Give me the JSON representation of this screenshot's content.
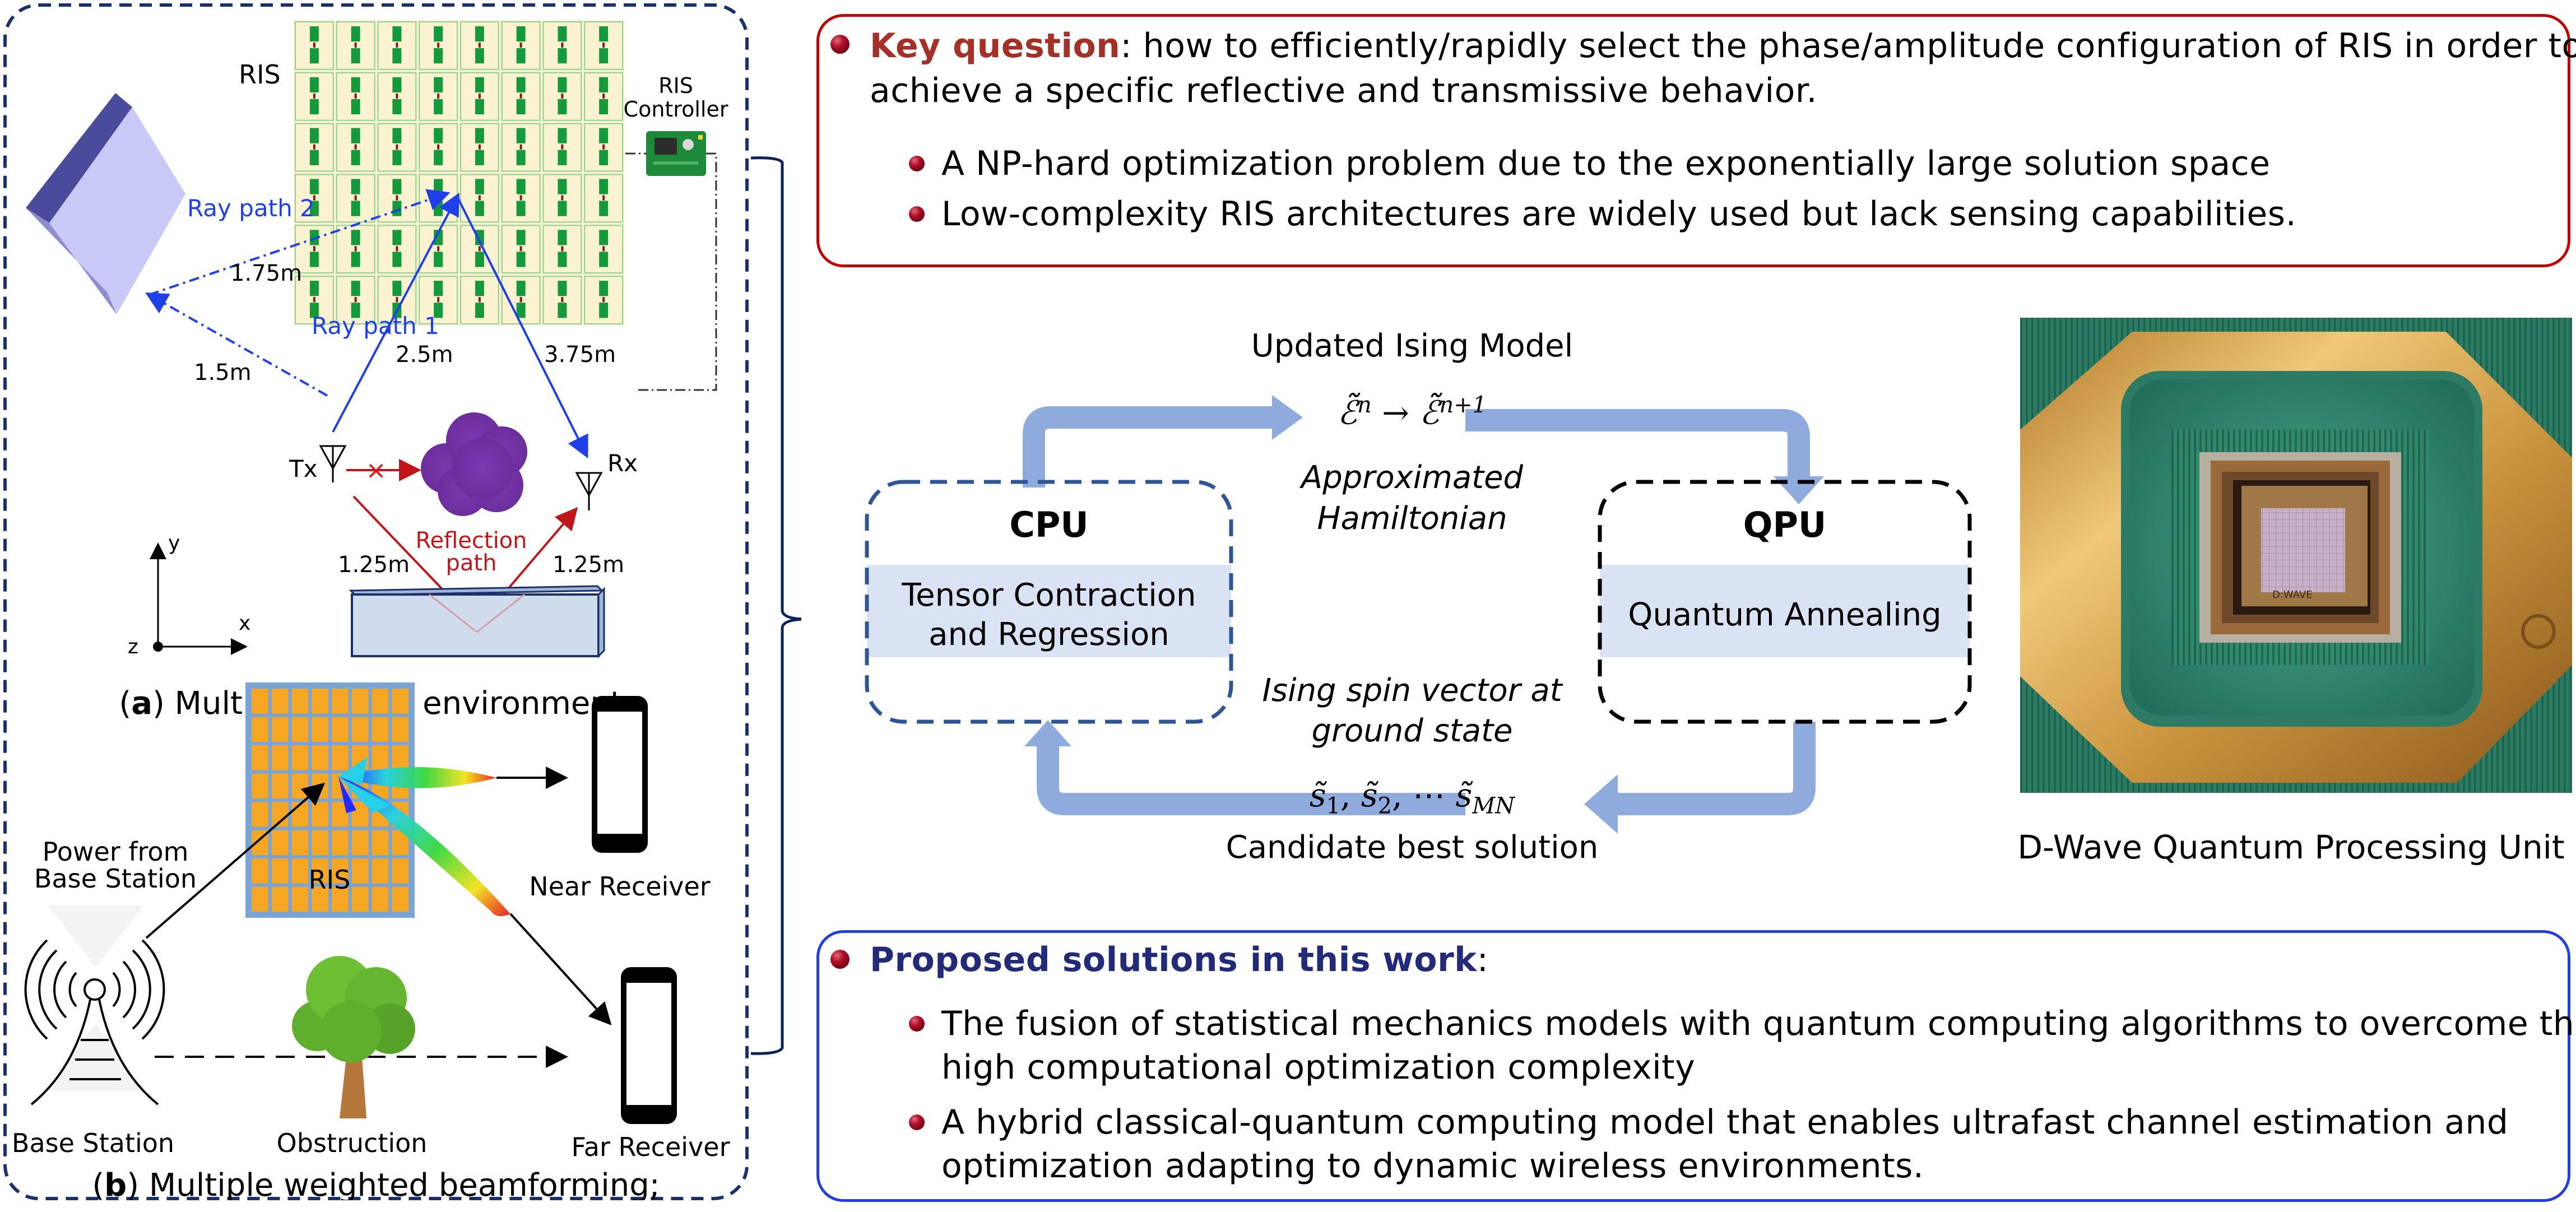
{
  "left_panel": {
    "panel_a": {
      "caption_letter": "a",
      "caption_text": ") Multipath radio environment;",
      "caption_open": "(",
      "labels": {
        "ris": "RIS",
        "ris_controller_line1": "RIS",
        "ris_controller_line2": "Controller",
        "ray_path_2": "Ray path 2",
        "ray_path_1": "Ray path 1",
        "dist_175": "1.75m",
        "dist_15": "1.5m",
        "dist_25": "2.5m",
        "dist_375": "3.75m",
        "tx": "Tx",
        "rx": "Rx",
        "reflection_line1": "Reflection",
        "reflection_line2": "path",
        "dist_125_left": "1.25m",
        "dist_125_right": "1.25m",
        "axis_x": "x",
        "axis_y": "y",
        "axis_z": "z",
        "blocked_mark": "×"
      },
      "ris_grid": {
        "rows": 6,
        "cols": 8
      },
      "colors": {
        "ray_blue": "#1f3fe8",
        "reflection_red": "#c0161a",
        "cloud_purple": "#7030a0",
        "wall_lavender": "#c9c9f5",
        "wall_dark": "#4b4b9c",
        "block_blue": "#cfdcee"
      }
    },
    "panel_b": {
      "caption_open": "(",
      "caption_letter": "b",
      "caption_text": ") Multiple weighted beamforming;",
      "labels": {
        "power_line1": "Power from",
        "power_line2": "Base Station",
        "ris": "RIS",
        "near_receiver": "Near Receiver",
        "far_receiver": "Far Receiver",
        "base_station": "Base Station",
        "obstruction": "Obstruction"
      },
      "ris_grid": {
        "rows": 8,
        "cols": 8
      },
      "colors": {
        "ris_tile": "#f5a623",
        "ris_frame": "#7aa3d6",
        "tree_green": "#5fae2e",
        "trunk": "#b5773a"
      }
    }
  },
  "key_question": {
    "label": "Key question",
    "line1_rest": ": how to efficiently/rapidly select the phase/amplitude configuration of RIS in order to",
    "line2": "achieve a specific reflective and transmissive behavior.",
    "sub_bullets": [
      "A NP-hard optimization problem due to the exponentially large solution space",
      "Low-complexity RIS architectures are widely used but lack sensing capabilities."
    ],
    "border_color": "#c00000"
  },
  "loop_diagram": {
    "top_label": "Updated Ising Model",
    "top_math": "Ẽⁿ → Ẽⁿ⁺¹",
    "top_math_parts": {
      "sym": "ℰ̃",
      "sup1": "n",
      "arrow": "→",
      "sup2": "n+1"
    },
    "approx_line1": "Approximated",
    "approx_line2": "Hamiltonian",
    "cpu": {
      "title": "CPU",
      "body_line1": "Tensor Contraction",
      "body_line2": "and Regression"
    },
    "qpu": {
      "title": "QPU",
      "body": "Quantum Annealing"
    },
    "ising_line1": "Ising spin vector at",
    "ising_line2": "ground state",
    "bottom_math_parts": {
      "s1": "s̃",
      "sub1": "1",
      "s2": "s̃",
      "sub2": "2",
      "dots": "⋯",
      "s3": "s̃",
      "sub3": "MN"
    },
    "bottom_label": "Candidate best solution",
    "colors": {
      "arrow": "#8faadc",
      "box_fill": "#dae3f3",
      "cpu_border": "#2f5597",
      "qpu_border": "#000000"
    }
  },
  "photo": {
    "caption": "D-Wave Quantum Processing Unit",
    "chip_text": "D:WAVE"
  },
  "proposed": {
    "label": "Proposed solutions in this work",
    "label_suffix": ":",
    "bullets": [
      {
        "line1": "The fusion of statistical mechanics models with quantum computing algorithms to overcome the",
        "line2": "high computational optimization complexity"
      },
      {
        "line1": "A hybrid classical-quantum computing model that enables ultrafast channel estimation and",
        "line2": "optimization adapting to dynamic wireless environments."
      }
    ],
    "border_color": "#1f3fe0"
  }
}
